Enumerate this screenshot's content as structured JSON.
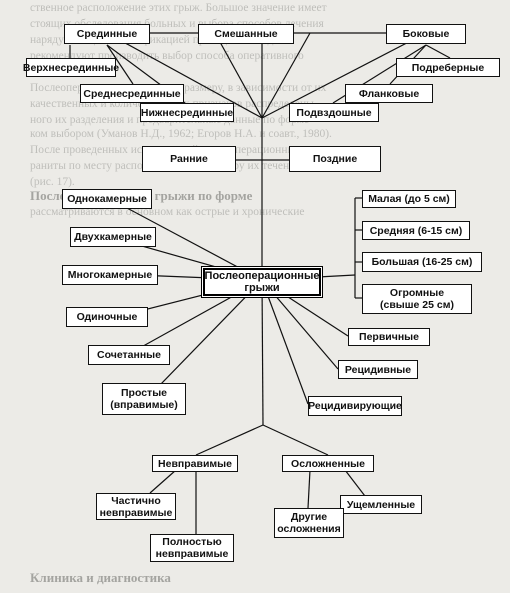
{
  "background_text": [
    {
      "text": "ственное расположение этих грыж. Большое значение имеет",
      "strong": false
    },
    {
      "text": "стоящих обследования больных и выбора способов лечения",
      "strong": false
    },
    {
      "text": "наряду с общей классификацией проводится и т.д.",
      "strong": false
    },
    {
      "text": "рекомендуют производить выбор способа оперативного",
      "strong": false
    },
    {
      "text": "Послеоперационные грыжи по размеру, в зависимости от их",
      "strong": false
    },
    {
      "text": "качественных и количественных признаков распределены",
      "strong": false
    },
    {
      "text": "ного их разделения и предварительные данные по форме",
      "strong": false
    },
    {
      "text": "ком выбором (Уманов Н.Д., 1962; Егоров Н.А. и соавт., 1980).",
      "strong": false
    },
    {
      "text": "После проведенных исследований послеоперационных",
      "strong": false
    },
    {
      "text": "раниты по месту расположения и характеру их течения",
      "strong": false
    },
    {
      "text": "(рис. 17).",
      "strong": false
    },
    {
      "text": "Послеоперационные грыжи по форме",
      "strong": true
    },
    {
      "text": "рассматриваются в основном как острые и хронические",
      "strong": false
    },
    {
      "text": "Клиника и диагностика",
      "strong": true
    }
  ],
  "diagram": {
    "center": "Послеоперационные\nгрыжи",
    "nodes": {
      "sredinnye": "Срединные",
      "smeshannye": "Смешанные",
      "bokovye": "Боковые",
      "verkhnesredinnye": "Верхнесрединные",
      "srednesredinnye": "Среднесрединные",
      "nizhnesredinnye": "Нижнесрединные",
      "podvzdoshnye": "Подвздошные",
      "flankovye": "Фланковые",
      "podrebernye": "Подреберные",
      "rannie": "Ранние",
      "pozdnie": "Поздние",
      "odnokamernye": "Однокамерные",
      "dvukhkamernye": "Двухкамерные",
      "mnogokamernye": "Многокамерные",
      "malaya": "Малая (до 5 см)",
      "srednyaya": "Средняя (6-15 см)",
      "bolshaya": "Большая (16-25 см)",
      "ogromnye": "Огромные\n(свыше 25 см)",
      "odinochnye": "Одиночные",
      "sochetannye": "Сочетанные",
      "pervichnye": "Первичные",
      "retsidivnye": "Рецидивные",
      "prostye": "Простые\n(вправимые)",
      "retsidiviruyuschie": "Рецидивирующие",
      "nevpravimye": "Невправимые",
      "oslozhnennye": "Осложненные",
      "chastichno": "Частично\nневправимые",
      "polnostyu": "Полностью\nневправимые",
      "uschemlennye": "Ущемленные",
      "drugie": "Другие\nосложнения"
    }
  }
}
